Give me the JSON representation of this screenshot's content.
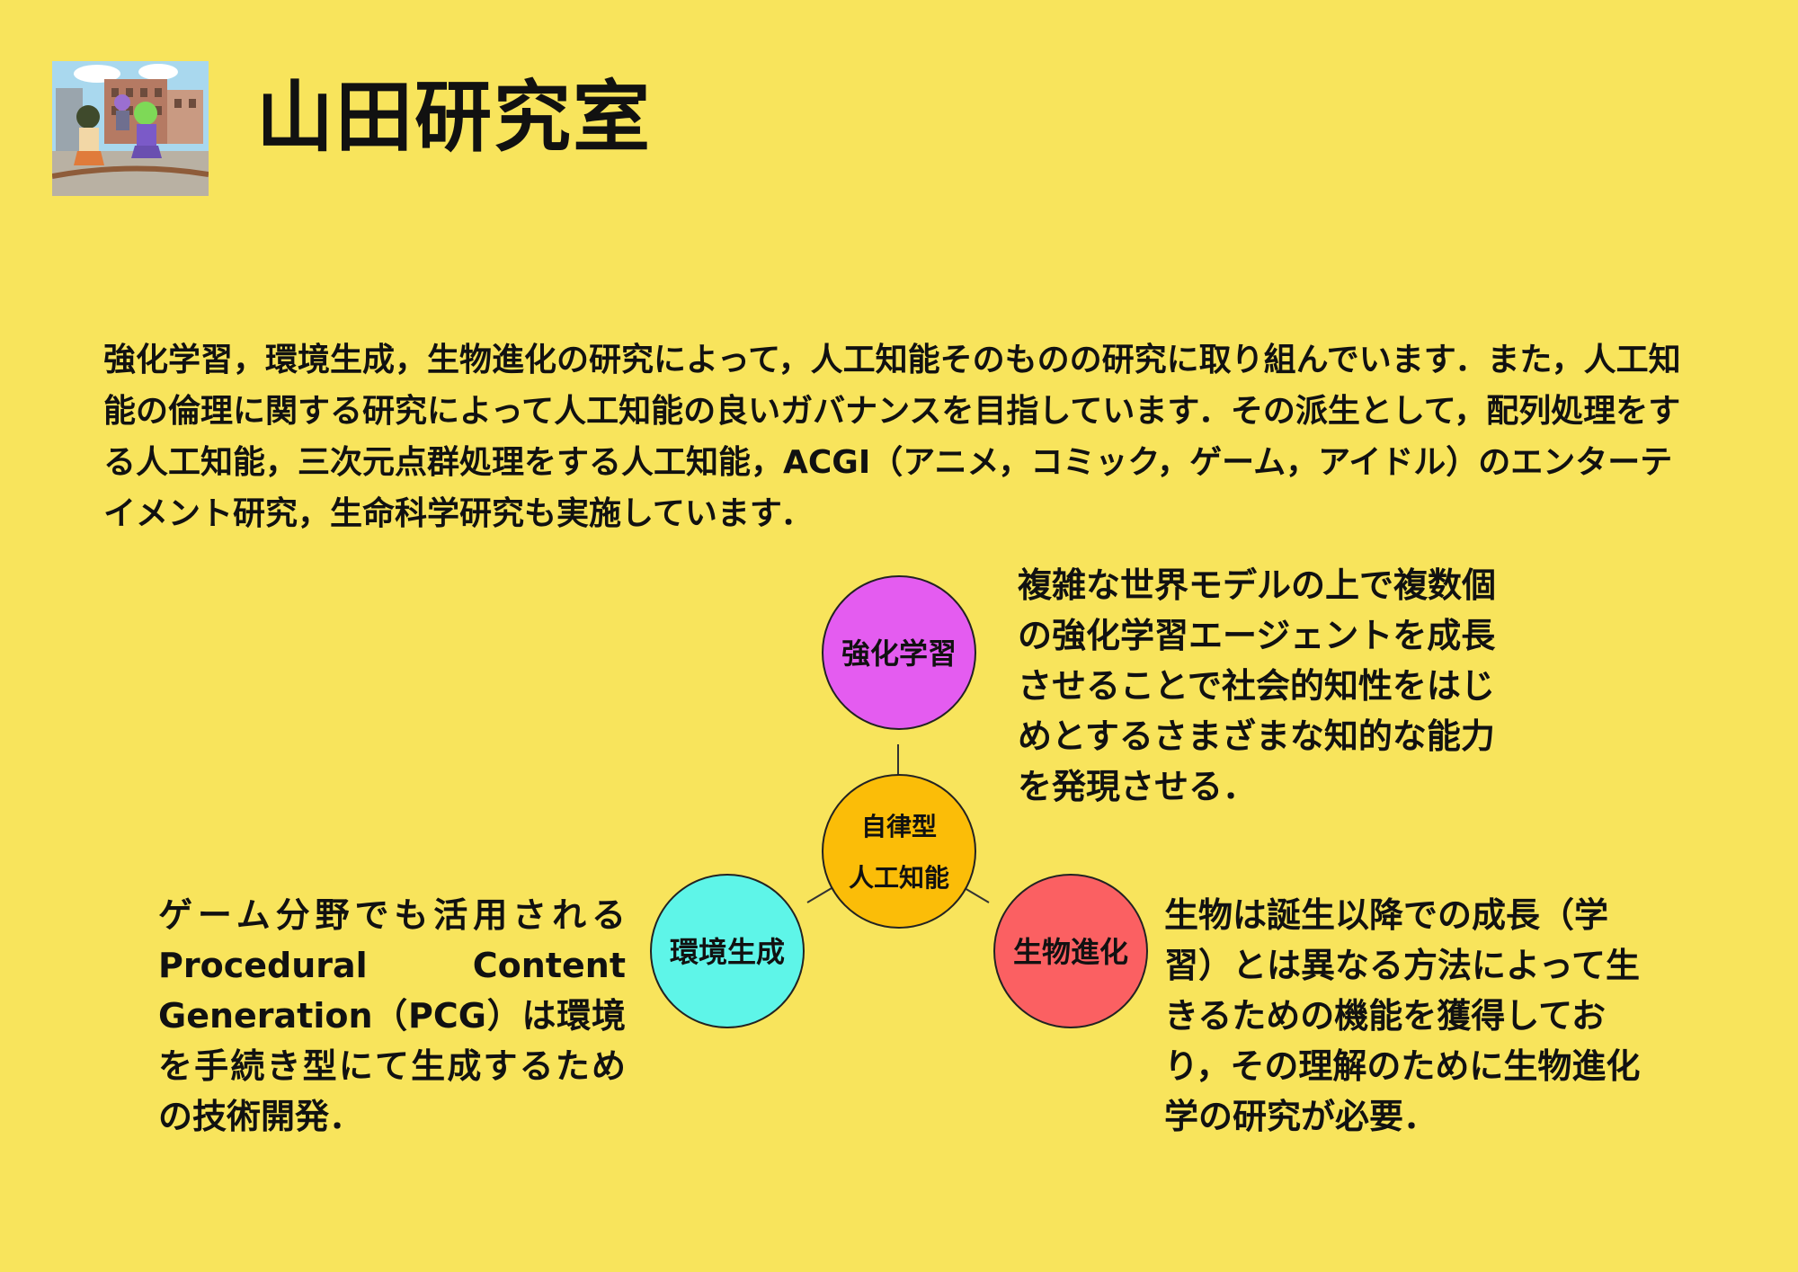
{
  "page": {
    "background": "#f8e45c",
    "title": "山田研究室"
  },
  "intro": {
    "text": "強化学習，環境生成，生物進化の研究によって，人工知能そのものの研究に取り組んでいます．また，人工知能の倫理に関する研究によって人工知能の良いガバナンスを目指しています．その派生として，配列処理をする人工知能，三次元点群処理をする人工知能，ACGI（アニメ，コミック，ゲーム，アイドル）のエンターテイメント研究，生命科学研究も実施しています．"
  },
  "diagram": {
    "center": {
      "line1": "自律型",
      "line2": "人工知能",
      "color": "#fbbd08"
    },
    "nodes": {
      "rl": {
        "label": "強化学習",
        "color": "#e45cf0"
      },
      "env": {
        "label": "環境生成",
        "color": "#5ef5e8"
      },
      "evo": {
        "label": "生物進化",
        "color": "#fb6062"
      }
    },
    "line_color": "#333333"
  },
  "descriptions": {
    "rl": "複雑な世界モデルの上で複数個の強化学習エージェントを成長させることで社会的知性をはじめとするさまざまな知的な能力を発現させる．",
    "env": "ゲーム分野でも活用されるProcedural Content Generation（PCG）は環境を手続き型にて生成するための技術開発．",
    "evo": "生物は誕生以降での成長（学習）とは異なる方法によって生きるための機能を獲得しており，その理解のために生物進化学の研究が必要．"
  },
  "logo": {
    "icon": "lab-illustration-icon",
    "sky": "#a9d8ee",
    "building": "#b57a63"
  }
}
